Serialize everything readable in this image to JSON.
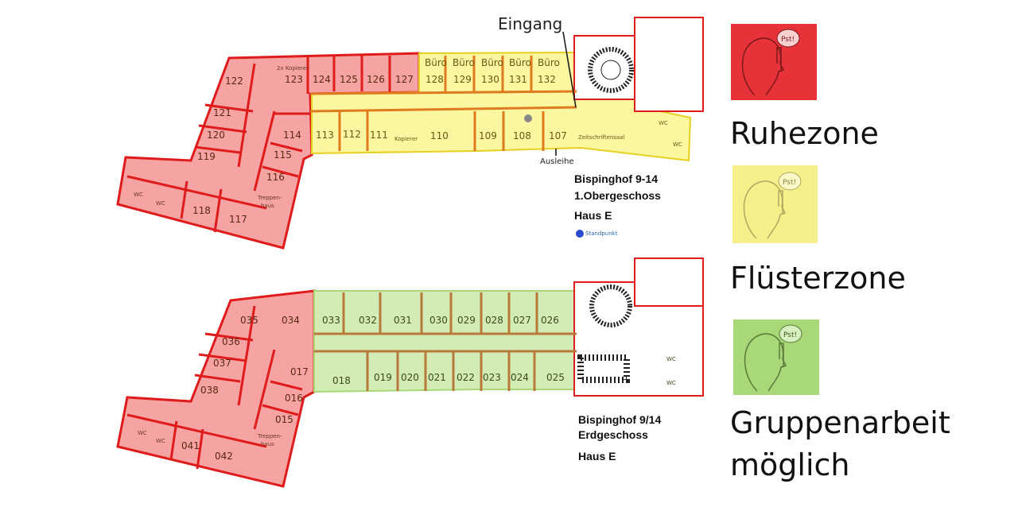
{
  "upper_floor": {
    "caption": [
      "Bispinghof 9-14",
      "1.Obergeschoss",
      "Haus E"
    ],
    "entrance_label": "Eingang",
    "lending_label": "Ausleihe",
    "location_label": "Standpunkt",
    "red_rooms": [
      "122",
      "123",
      "124",
      "125",
      "126",
      "127",
      "121",
      "120",
      "119",
      "114",
      "115",
      "116",
      "118",
      "117",
      "WC",
      "WC",
      "Treppen-",
      "haus",
      "2x Kopierer"
    ],
    "yellow_rooms": [
      "Büro",
      "Büro",
      "Büro",
      "Büro",
      "Büro",
      "128",
      "129",
      "130",
      "131",
      "132",
      "113",
      "112",
      "111",
      "110",
      "109",
      "108",
      "107",
      "Zeitschriftensaal",
      "Kopierer",
      "WC",
      "WC"
    ]
  },
  "lower_floor": {
    "caption": [
      "Bispinghof 9/14",
      "Erdgeschoss",
      "Haus E"
    ],
    "red_rooms": [
      "035",
      "034",
      "036",
      "037",
      "017",
      "038",
      "016",
      "015",
      "041",
      "042",
      "WC",
      "WC",
      "Treppen-",
      "haus"
    ],
    "green_rooms": [
      "033",
      "032",
      "031",
      "030",
      "029",
      "028",
      "027",
      "026",
      "018",
      "019",
      "020",
      "021",
      "022",
      "023",
      "024",
      "025",
      "WC",
      "WC"
    ]
  },
  "legend": [
    {
      "label": "Ruhezone",
      "color": "#e8323a",
      "icon": "silence-person-icon",
      "bubble": "Pst!"
    },
    {
      "label": "Flüsterzone",
      "color": "#f5f08a",
      "icon": "whisper-person-icon",
      "bubble": "Pst!"
    },
    {
      "label": "Gruppenarbeit möglich",
      "label_lines": [
        "Gruppenarbeit",
        "möglich"
      ],
      "color": "#a8d878",
      "icon": "group-person-icon",
      "bubble": "Pst!"
    }
  ],
  "colors": {
    "red_fill": "#f6a3a3",
    "red_wall": "#e01b1b",
    "yellow_fill": "#fbf6a0",
    "yellow_wall": "#e07a1e",
    "green_fill": "#d3ecb4",
    "green_wall": "#b87a3a"
  }
}
